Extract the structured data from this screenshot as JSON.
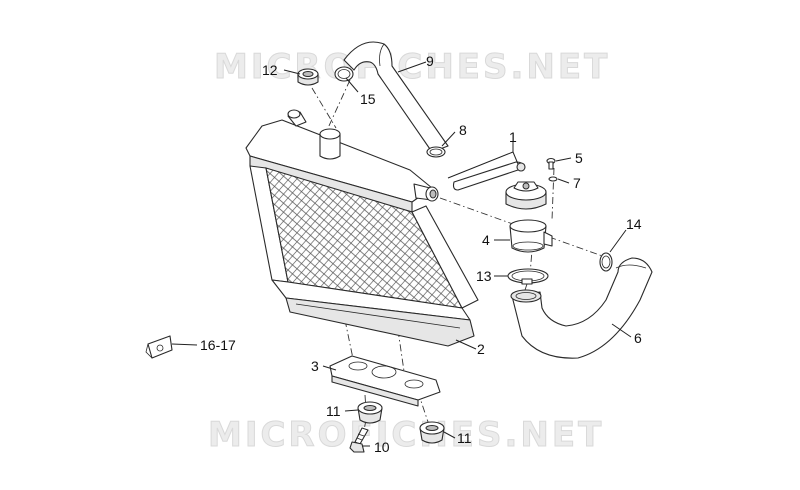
{
  "watermark": {
    "text": "MICROFICHES.NET"
  },
  "callouts": {
    "c1": "1",
    "c2": "2",
    "c3": "3",
    "c4": "4",
    "c5": "5",
    "c6": "6",
    "c7": "7",
    "c8": "8",
    "c9": "9",
    "c10": "10",
    "c11a": "11",
    "c11b": "11",
    "c12": "12",
    "c13": "13",
    "c14": "14",
    "c15": "15",
    "c1617": "16-17"
  }
}
